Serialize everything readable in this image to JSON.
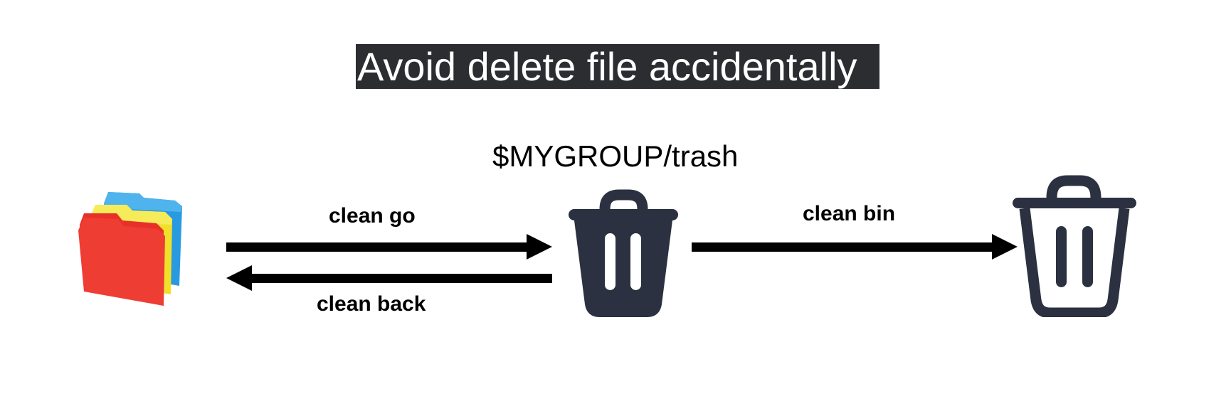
{
  "title": "Avoid delete file accidentally",
  "trash_location": "$MYGROUP/trash",
  "nodes": [
    {
      "id": "files",
      "icon": "folders-icon"
    },
    {
      "id": "trash",
      "icon": "trash-filled-icon"
    },
    {
      "id": "bin",
      "icon": "trash-outline-icon"
    }
  ],
  "edges": {
    "clean_go": "clean go",
    "clean_back": "clean back",
    "clean_bin": "clean bin"
  },
  "colors": {
    "title_bg": "#2b2d30",
    "title_text": "#ffffff",
    "trash_icon": "#2b3140",
    "arrow": "#000000",
    "folder_red": "#e8302a",
    "folder_yellow": "#f0e02a",
    "folder_blue": "#2a9ae0"
  }
}
